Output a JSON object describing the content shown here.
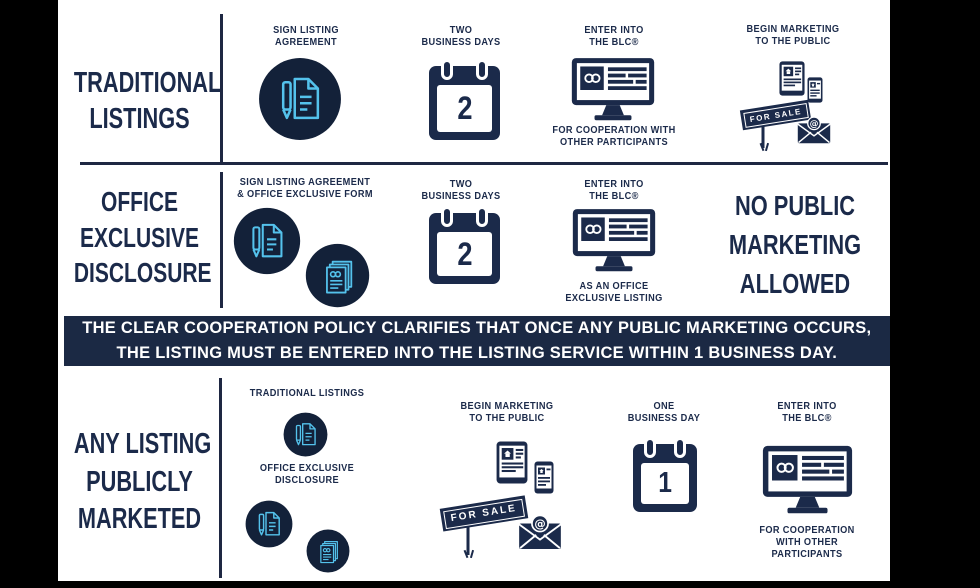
{
  "colors": {
    "navy": "#1b2a4a",
    "circle_navy": "#132139",
    "light_blue": "#54c2ec",
    "light_blue_dark": "#3ba4d9",
    "banner_bg": "#1b2944",
    "background": "#ffffff",
    "letterbox": "#000000"
  },
  "row_traditional": {
    "label": "TRADITIONAL\nLISTINGS",
    "step_sign": {
      "caption": "SIGN LISTING\nAGREEMENT"
    },
    "step_days": {
      "caption": "TWO\nBUSINESS DAYS",
      "number": "2"
    },
    "step_blc": {
      "caption": "ENTER INTO\nTHE BLC®",
      "sub": "FOR COOPERATION WITH\nOTHER PARTICIPANTS"
    },
    "step_marketing": {
      "caption": "BEGIN MARKETING\nTO THE PUBLIC",
      "sign_text": "FOR SALE"
    }
  },
  "row_office": {
    "label": "OFFICE\nEXCLUSIVE\nDISCLOSURE",
    "step_sign": {
      "caption": "SIGN LISTING AGREEMENT\n& OFFICE EXCLUSIVE FORM"
    },
    "step_days": {
      "caption": "TWO\nBUSINESS DAYS",
      "number": "2"
    },
    "step_blc": {
      "caption": "ENTER INTO\nTHE BLC®",
      "sub": "AS AN OFFICE\nEXCLUSIVE LISTING"
    },
    "result": "NO PUBLIC\nMARKETING\nALLOWED"
  },
  "banner": {
    "text": "THE CLEAR COOPERATION POLICY CLARIFIES THAT ONCE ANY PUBLIC MARKETING OCCURS,\nTHE LISTING MUST BE ENTERED INTO THE LISTING SERVICE WITHIN 1 BUSINESS DAY."
  },
  "row_any": {
    "label": "ANY LISTING\nPUBLICLY\nMARKETED",
    "group_traditional": "TRADITIONAL LISTINGS",
    "group_office": "OFFICE EXCLUSIVE\nDISCLOSURE",
    "step_marketing": {
      "caption": "BEGIN MARKETING\nTO THE PUBLIC",
      "sign_text": "FOR SALE"
    },
    "step_day": {
      "caption": "ONE\nBUSINESS DAY",
      "number": "1"
    },
    "step_blc": {
      "caption": "ENTER INTO\nTHE BLC®",
      "sub": "FOR COOPERATION\nWITH OTHER\nPARTICIPANTS"
    }
  }
}
